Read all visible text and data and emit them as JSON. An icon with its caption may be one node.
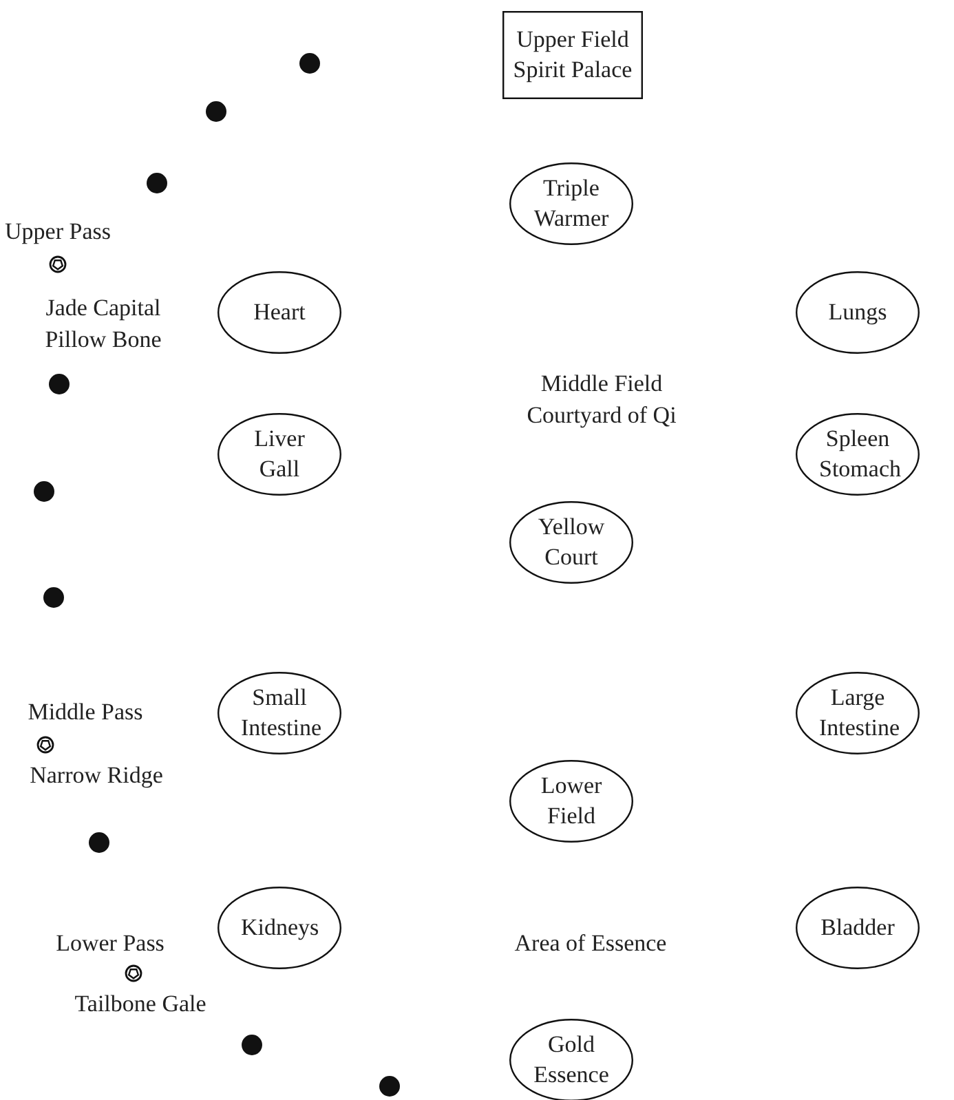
{
  "diagram": {
    "nodes": [
      {
        "text": [
          "Upper Field Spirit Palace"
        ]
      },
      {
        "text": [
          "Triple Warmer"
        ]
      },
      {
        "text": [
          "Heart"
        ]
      },
      {
        "text": [
          "Lungs"
        ]
      },
      {
        "text": [
          "Liver Gall"
        ]
      },
      {
        "text": [
          "Spleen Stomach"
        ]
      },
      {
        "text": [
          "Yellow Court"
        ]
      },
      {
        "text": [
          "Small Intestine"
        ]
      },
      {
        "text": [
          "Large Intestine"
        ]
      },
      {
        "text": [
          "Lower Field"
        ]
      },
      {
        "text": [
          "Kidneys"
        ]
      },
      {
        "text": [
          "Bladder"
        ]
      },
      {
        "text": [
          "Gold Essence"
        ]
      }
    ],
    "labels": [
      "Upper Pass",
      "Jade Capital Pillow Bone",
      "Middle Field Courtyard of Qi",
      "Middle Pass",
      "Narrow Ridge",
      "Lower Pass",
      "Area of Essence",
      "Tailbone Gale"
    ]
  }
}
